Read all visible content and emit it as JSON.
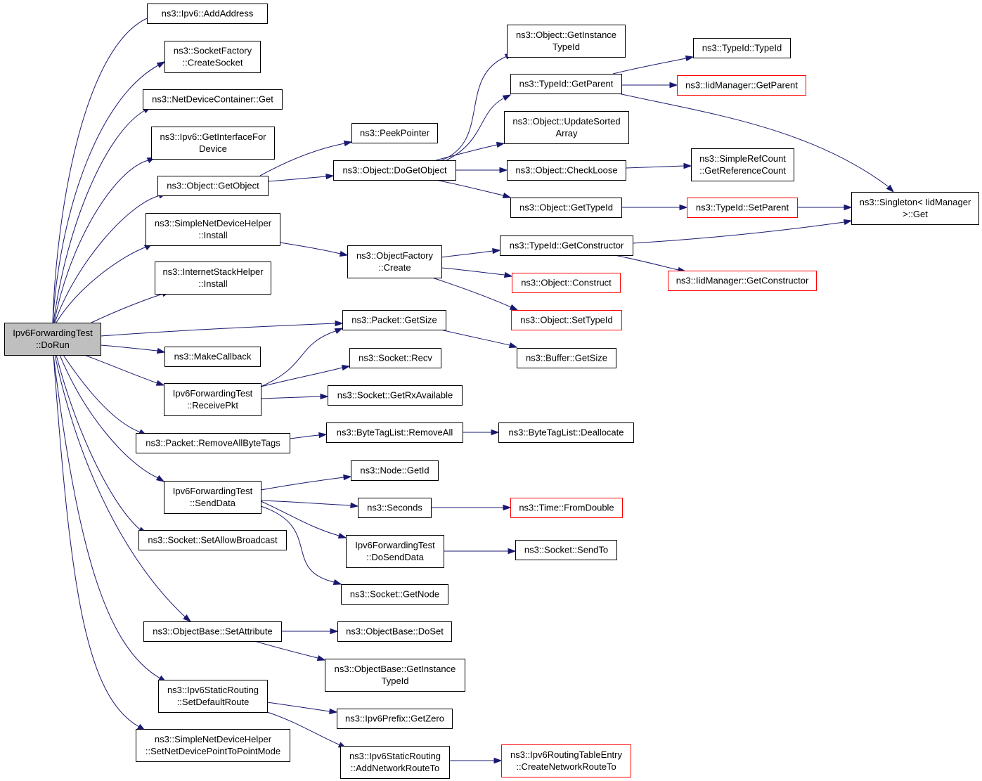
{
  "graph": {
    "nodes": [
      {
        "id": "root",
        "lines": [
          "Ipv6ForwardingTest",
          "::DoRun"
        ],
        "root": true
      },
      {
        "id": "n1",
        "lines": [
          "ns3::Ipv6::AddAddress"
        ]
      },
      {
        "id": "n2",
        "lines": [
          "ns3::SocketFactory",
          "::CreateSocket"
        ]
      },
      {
        "id": "n3",
        "lines": [
          "ns3::NetDeviceContainer::Get"
        ]
      },
      {
        "id": "n4",
        "lines": [
          "ns3::Ipv6::GetInterfaceFor",
          "Device"
        ]
      },
      {
        "id": "n5",
        "lines": [
          "ns3::Object::GetObject"
        ]
      },
      {
        "id": "n6",
        "lines": [
          "ns3::SimpleNetDeviceHelper",
          "::Install"
        ]
      },
      {
        "id": "n7",
        "lines": [
          "ns3::InternetStackHelper",
          "::Install"
        ]
      },
      {
        "id": "n8",
        "lines": [
          "ns3::MakeCallback"
        ]
      },
      {
        "id": "n9",
        "lines": [
          "Ipv6ForwardingTest",
          "::ReceivePkt"
        ]
      },
      {
        "id": "n10",
        "lines": [
          "ns3::Packet::RemoveAllByteTags"
        ]
      },
      {
        "id": "n11",
        "lines": [
          "Ipv6ForwardingTest",
          "::SendData"
        ]
      },
      {
        "id": "n12",
        "lines": [
          "ns3::Socket::SetAllowBroadcast"
        ]
      },
      {
        "id": "n13",
        "lines": [
          "ns3::ObjectBase::SetAttribute"
        ]
      },
      {
        "id": "n14",
        "lines": [
          "ns3::Ipv6StaticRouting",
          "::SetDefaultRoute"
        ]
      },
      {
        "id": "n15",
        "lines": [
          "ns3::SimpleNetDeviceHelper",
          "::SetNetDevicePointToPointMode"
        ]
      },
      {
        "id": "n16",
        "lines": [
          "ns3::PeekPointer"
        ]
      },
      {
        "id": "n17",
        "lines": [
          "ns3::Object::DoGetObject"
        ]
      },
      {
        "id": "n18",
        "lines": [
          "ns3::ObjectFactory",
          "::Create"
        ]
      },
      {
        "id": "n19",
        "lines": [
          "ns3::Packet::GetSize"
        ]
      },
      {
        "id": "n20",
        "lines": [
          "ns3::Socket::Recv"
        ]
      },
      {
        "id": "n21",
        "lines": [
          "ns3::Socket::GetRxAvailable"
        ]
      },
      {
        "id": "n22",
        "lines": [
          "ns3::ByteTagList::RemoveAll"
        ]
      },
      {
        "id": "n23",
        "lines": [
          "ns3::Node::GetId"
        ]
      },
      {
        "id": "n24",
        "lines": [
          "ns3::Seconds"
        ]
      },
      {
        "id": "n25",
        "lines": [
          "Ipv6ForwardingTest",
          "::DoSendData"
        ]
      },
      {
        "id": "n26",
        "lines": [
          "ns3::Socket::GetNode"
        ]
      },
      {
        "id": "n27",
        "lines": [
          "ns3::ObjectBase::DoSet"
        ]
      },
      {
        "id": "n28",
        "lines": [
          "ns3::ObjectBase::GetInstance",
          "TypeId"
        ]
      },
      {
        "id": "n29",
        "lines": [
          "ns3::Ipv6Prefix::GetZero"
        ]
      },
      {
        "id": "n30",
        "lines": [
          "ns3::Ipv6StaticRouting",
          "::AddNetworkRouteTo"
        ]
      },
      {
        "id": "n31",
        "lines": [
          "ns3::Object::GetInstance",
          "TypeId"
        ]
      },
      {
        "id": "n32",
        "lines": [
          "ns3::TypeId::GetParent"
        ]
      },
      {
        "id": "n33",
        "lines": [
          "ns3::Object::UpdateSorted",
          "Array"
        ]
      },
      {
        "id": "n34",
        "lines": [
          "ns3::Object::CheckLoose"
        ]
      },
      {
        "id": "n35",
        "lines": [
          "ns3::Object::GetTypeId"
        ]
      },
      {
        "id": "n36",
        "lines": [
          "ns3::TypeId::GetConstructor"
        ]
      },
      {
        "id": "n37",
        "lines": [
          "ns3::Object::Construct"
        ],
        "red": true
      },
      {
        "id": "n38",
        "lines": [
          "ns3::Object::SetTypeId"
        ],
        "red": true
      },
      {
        "id": "n39",
        "lines": [
          "ns3::Buffer::GetSize"
        ]
      },
      {
        "id": "n40",
        "lines": [
          "ns3::ByteTagList::Deallocate"
        ]
      },
      {
        "id": "n41",
        "lines": [
          "ns3::Time::FromDouble"
        ],
        "red": true
      },
      {
        "id": "n42",
        "lines": [
          "ns3::Socket::SendTo"
        ]
      },
      {
        "id": "n43",
        "lines": [
          "ns3::Ipv6RoutingTableEntry",
          "::CreateNetworkRouteTo"
        ],
        "red": true
      },
      {
        "id": "n44",
        "lines": [
          "ns3::TypeId::TypeId"
        ]
      },
      {
        "id": "n45",
        "lines": [
          "ns3::IidManager::GetParent"
        ],
        "red": true
      },
      {
        "id": "n46",
        "lines": [
          "ns3::SimpleRefCount",
          "::GetReferenceCount"
        ]
      },
      {
        "id": "n47",
        "lines": [
          "ns3::TypeId::SetParent"
        ],
        "red": true
      },
      {
        "id": "n48",
        "lines": [
          "ns3::IidManager::GetConstructor"
        ],
        "red": true
      },
      {
        "id": "n49",
        "lines": [
          "ns3::Singleton< IidManager",
          " >::Get"
        ]
      }
    ]
  }
}
